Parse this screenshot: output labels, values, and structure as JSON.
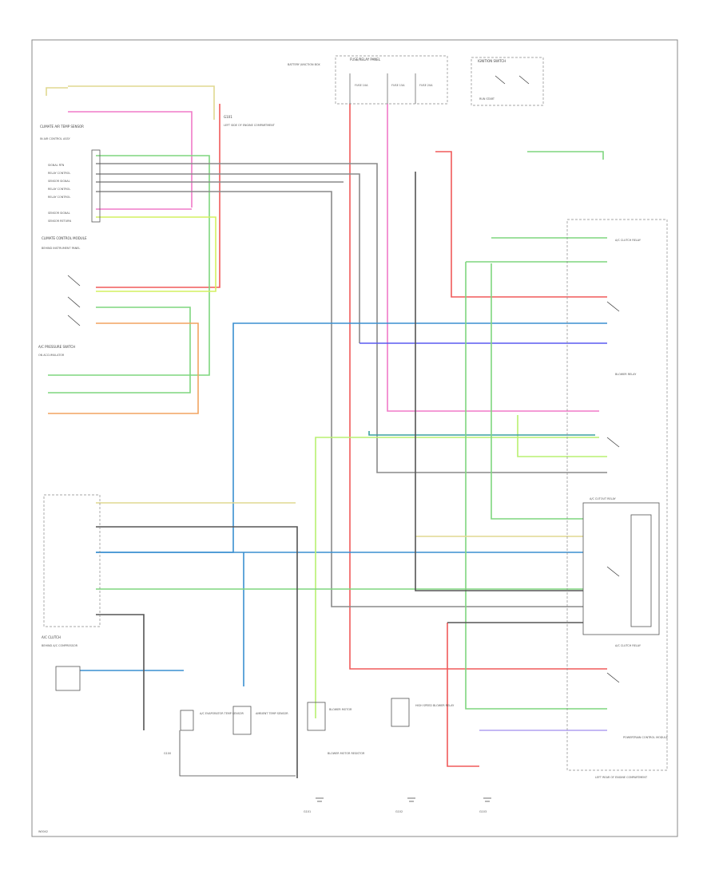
{
  "fuse_box": {
    "title": "FUSE/RELAY PANEL",
    "left_note": "BATTERY JUNCTION BOX",
    "fuse_a": "FUSE 10A",
    "fuse_b": "FUSE 15A",
    "fuse_c": "FUSE 20A"
  },
  "switch_top_right": {
    "title": "IGNITION SWITCH",
    "note": "RUN START"
  },
  "sensor_top_left": {
    "title": "CLIMATE AIR TEMP SENSOR",
    "sub": "IN AIR CONTROL ASSY"
  },
  "connector_labels": [
    "SIGNAL RTN",
    "RELAY CONTROL",
    "SENSOR SIGNAL",
    "RELAY CONTROL",
    "RELAY CONTROL",
    "SENSOR SIGNAL",
    "SENSOR RETURN"
  ],
  "left_module": {
    "title": "CLIMATE CONTROL MODULE",
    "sub": "BEHIND INSTRUMENT PANEL"
  },
  "pressure_switch": {
    "title": "A/C PRESSURE SWITCH",
    "sub": "ON ACCUMULATOR"
  },
  "middle_callout": {
    "title": "G101",
    "sub": "LEFT SIDE OF ENGINE COMPARTMENT"
  },
  "bottom_left_module": {
    "title": "A/C CLUTCH",
    "sub": "BEHIND A/C COMPRESSOR"
  },
  "bottom_labels": {
    "sensor_a": "A/C EVAPORATOR TEMP SENSOR",
    "sensor_b": "AMBIENT TEMP SENSOR",
    "sensor_c": "BLOWER MOTOR",
    "motor": "BLOWER MOTOR RESISTOR",
    "relay": "HIGH SPEED BLOWER RELAY"
  },
  "right_labels": {
    "relay_top": "A/C CLUTCH RELAY",
    "relay_mid": "BLOWER RELAY",
    "relay_box": "A/C CUTOUT RELAY",
    "relay_bottom": "A/C CLUTCH RELAY",
    "bottom_note": "POWERTRAIN CONTROL MODULE",
    "far_right": "LEFT REAR OF ENGINE COMPARTMENT"
  },
  "grounds": [
    "G100",
    "G101",
    "G102",
    "G103"
  ],
  "footer_note": "W0042",
  "wire_colors": {
    "red": "#f05a5a",
    "pink": "#f07ac8",
    "green": "#7fd67f",
    "lightgreen": "#b8f070",
    "yellowgreen": "#d4f060",
    "blue": "#3a8fd0",
    "violet": "#5a5af0",
    "gray": "#8a8a8a",
    "dark": "#555555",
    "orange": "#f2a460",
    "tan": "#e0d890",
    "lavender": "#b0a0f0",
    "teal": "#3aa0a0"
  }
}
